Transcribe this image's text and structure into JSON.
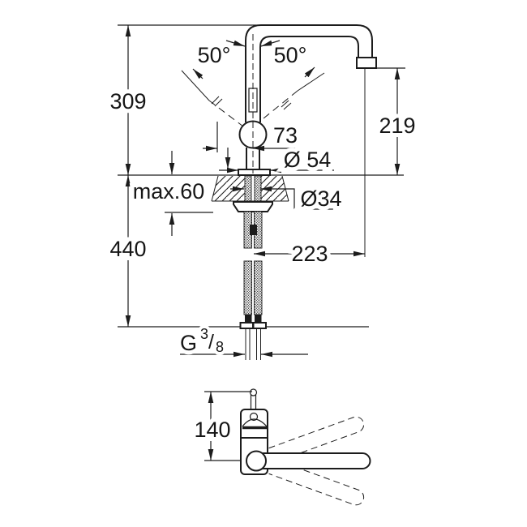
{
  "drawing": {
    "title": "faucet-dimension-drawing",
    "side_view": {
      "total_height_above": "309",
      "swivel_angle_left": "50°",
      "swivel_angle_right": "50°",
      "spout_outlet_height": "219",
      "ball_offset": "73",
      "base_diameter": "Ø 54",
      "max_deck_thickness": "max.60",
      "hole_diameter": "Ø34",
      "below_deck_length": "440",
      "spout_projection": "223",
      "thread_prefix": "G",
      "thread_numerator": "3",
      "thread_slash": "/",
      "thread_denominator": "8"
    },
    "top_view": {
      "body_depth": "140"
    },
    "colors": {
      "line": "#1c1c1c",
      "background": "#ffffff"
    }
  }
}
